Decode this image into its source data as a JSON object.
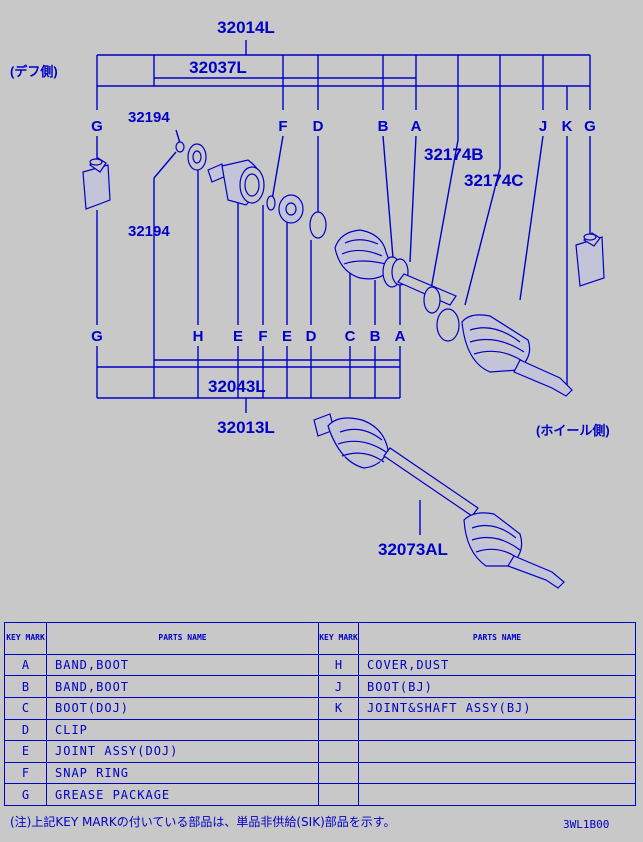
{
  "diagram": {
    "labels": {
      "assy_32014L": "32014L",
      "assy_32037L": "32037L",
      "side_diff": "(デフ側)",
      "side_wheel": "(ホイール側)",
      "part_32194_top": "32194",
      "part_32194_bottom": "32194",
      "part_32174B": "32174B",
      "part_32174C": "32174C",
      "assy_32043L": "32043L",
      "assy_32013L": "32013L",
      "assy_32073AL": "32073AL"
    },
    "top_keys": [
      "G",
      "F",
      "D",
      "B",
      "A",
      "J",
      "K",
      "G"
    ],
    "bottom_keys": [
      "G",
      "H",
      "E",
      "F",
      "E",
      "D",
      "C",
      "B",
      "A"
    ]
  },
  "table": {
    "header": {
      "key_mark": "KEY MARK",
      "parts_name": "PARTS NAME"
    },
    "left": [
      {
        "key": "A",
        "name": "BAND,BOOT"
      },
      {
        "key": "B",
        "name": "BAND,BOOT"
      },
      {
        "key": "C",
        "name": "BOOT(DOJ)"
      },
      {
        "key": "D",
        "name": "CLIP"
      },
      {
        "key": "E",
        "name": "JOINT ASSY(DOJ)"
      },
      {
        "key": "F",
        "name": "SNAP RING"
      },
      {
        "key": "G",
        "name": "GREASE PACKAGE"
      }
    ],
    "right": [
      {
        "key": "H",
        "name": "COVER,DUST"
      },
      {
        "key": "J",
        "name": "BOOT(BJ)"
      },
      {
        "key": "K",
        "name": "JOINT&SHAFT ASSY(BJ)"
      }
    ]
  },
  "footer": {
    "note": "(注)上記KEY MARKの付いている部品は、単品非供給(SIK)部品を示す。",
    "code": "3WL1B00"
  }
}
